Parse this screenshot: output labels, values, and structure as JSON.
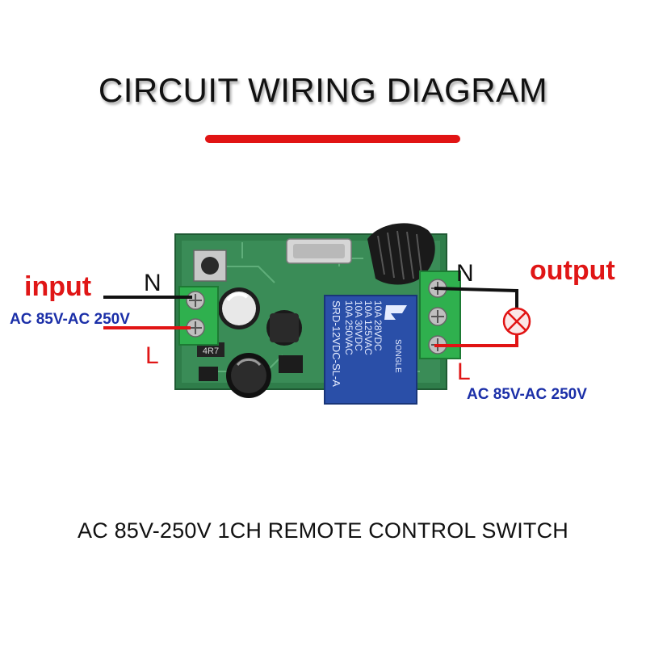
{
  "title": "CIRCUIT WIRING DIAGRAM",
  "footer": "AC 85V-250V 1CH REMOTE CONTROL SWITCH",
  "input": {
    "label": "input",
    "voltage": "AC 85V-AC 250V",
    "neutral": "N",
    "live": "L"
  },
  "output": {
    "label": "output",
    "voltage": "AC 85V-AC 250V",
    "neutral": "N",
    "live": "L"
  },
  "relay": {
    "line1": "10A 250VAC",
    "line2": "10A 30VDC",
    "line3": "10A 125VAC",
    "line4": "10A 28VDC",
    "model": "SRD-12VDC-SL-A",
    "brand": "SONGLE"
  },
  "board": {
    "inductor_code": "4R7"
  },
  "icons": {
    "load": "lamp-icon"
  },
  "colors": {
    "accent_red": "#e11414",
    "label_blue": "#1b2fa8",
    "pcb_green": "#2f7d4a",
    "terminal_green": "#2fb04e",
    "relay_blue": "#2a4fa8"
  }
}
